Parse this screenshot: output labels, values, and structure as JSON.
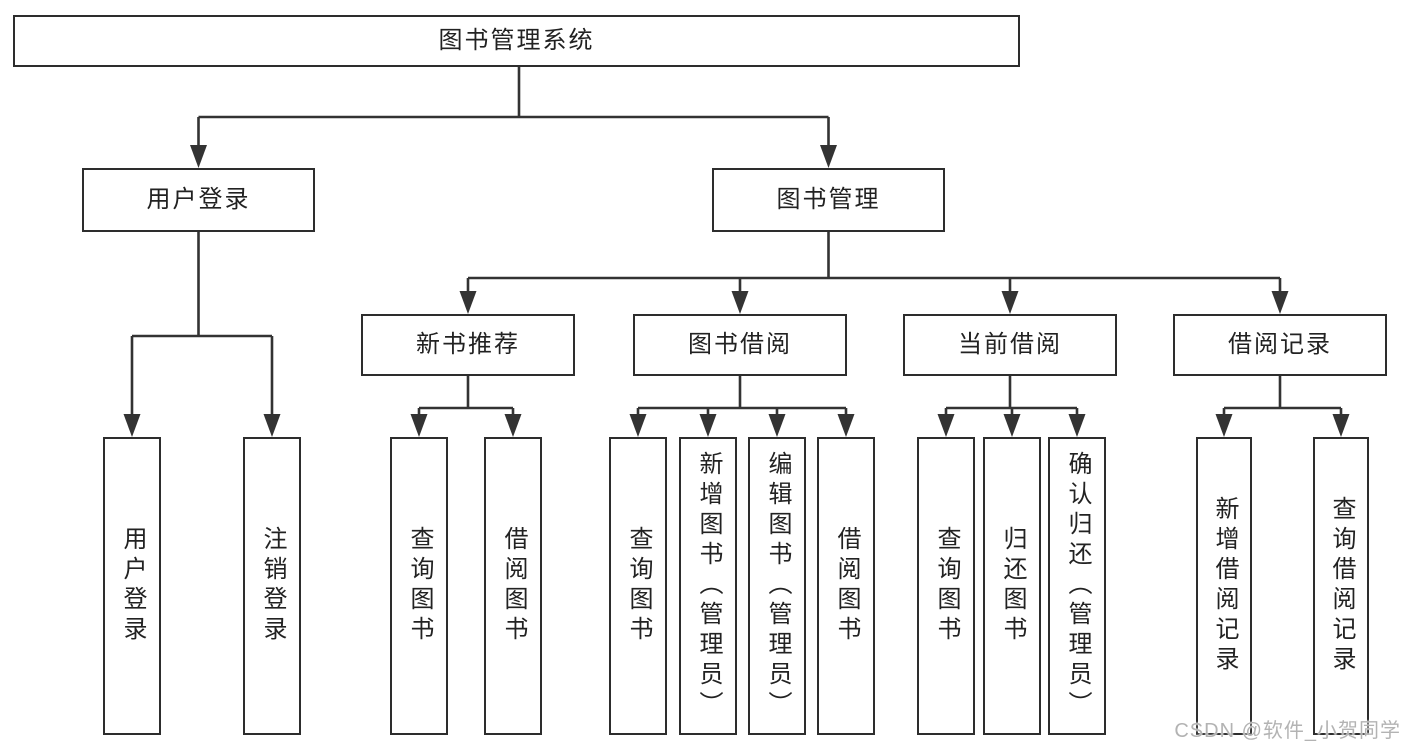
{
  "title": "图书管理系统",
  "watermark": "CSDN @软件_小贺同学",
  "colors": {
    "line": "#333333",
    "box_border": "#2d2d2d",
    "box_fill": "#ffffff",
    "text": "#222222",
    "watermark": "#b3b3b3",
    "background": "#ffffff"
  },
  "tree": {
    "label": "图书管理系统",
    "children": [
      {
        "label": "用户登录",
        "children": [
          {
            "label": "用户登录"
          },
          {
            "label": "注销登录"
          }
        ]
      },
      {
        "label": "图书管理",
        "children": [
          {
            "label": "新书推荐",
            "children": [
              {
                "label": "查询图书"
              },
              {
                "label": "借阅图书"
              }
            ]
          },
          {
            "label": "图书借阅",
            "children": [
              {
                "label": "查询图书"
              },
              {
                "label": "新增图书（管理员）"
              },
              {
                "label": "编辑图书（管理员）"
              },
              {
                "label": "借阅图书"
              }
            ]
          },
          {
            "label": "当前借阅",
            "children": [
              {
                "label": "查询图书"
              },
              {
                "label": "归还图书"
              },
              {
                "label": "确认归还（管理员）"
              }
            ]
          },
          {
            "label": "借阅记录",
            "children": [
              {
                "label": "新增借阅记录"
              },
              {
                "label": "查询借阅记录"
              }
            ]
          }
        ]
      }
    ]
  },
  "nodes": {
    "root": {
      "label": "图书管理系统"
    },
    "user_login": {
      "label": "用户登录"
    },
    "book_mgmt": {
      "label": "图书管理"
    },
    "new_rec": {
      "label": "新书推荐"
    },
    "book_borrow": {
      "label": "图书借阅"
    },
    "current_borrow": {
      "label": "当前借阅"
    },
    "borrow_records": {
      "label": "借阅记录"
    },
    "leaf_user_login": {
      "label": "用户登录"
    },
    "leaf_logout": {
      "label": "注销登录"
    },
    "leaf_rec_query": {
      "label": "查询图书"
    },
    "leaf_rec_borrow": {
      "label": "借阅图书"
    },
    "leaf_bb_query": {
      "label": "查询图书"
    },
    "leaf_bb_add": {
      "label": "新增图书（管理员）"
    },
    "leaf_bb_edit": {
      "label": "编辑图书（管理员）"
    },
    "leaf_bb_borrow": {
      "label": "借阅图书"
    },
    "leaf_cb_query": {
      "label": "查询图书"
    },
    "leaf_cb_return": {
      "label": "归还图书"
    },
    "leaf_cb_confirm": {
      "label": "确认归还（管理员）"
    },
    "leaf_br_add": {
      "label": "新增借阅记录"
    },
    "leaf_br_query": {
      "label": "查询借阅记录"
    }
  }
}
